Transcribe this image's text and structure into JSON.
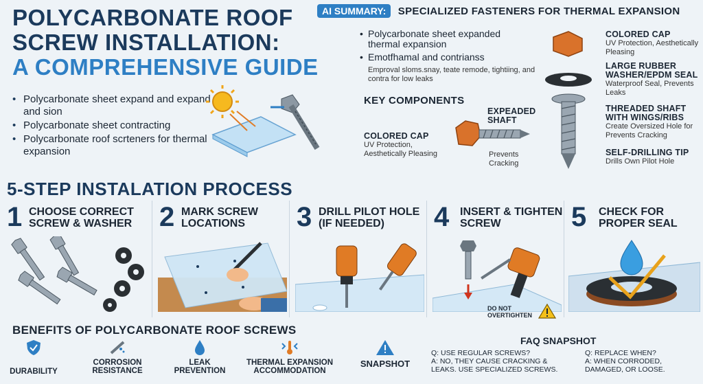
{
  "title": {
    "line1": "Polycarbonate Roof",
    "line2": "Screw Installation:",
    "line3": "A Comprehensive Guide"
  },
  "intro_bullets": [
    "Polycarbonate sheet expand and expand and sion",
    "Polycarbonate sheet contracting",
    "Polycarbonate roof scrteners for thermal expansion"
  ],
  "summary": {
    "badge": "AI SUMMARY:",
    "title": "SPECIALIZED FASTENERS FOR THERMAL EXPANSION",
    "bullets": [
      "Polycarbonate sheet expanded thermal expansion",
      "Emotfhamal and contrianss"
    ],
    "small": "Emproval sloms.snay, teate remode, tightiing, and contra for low leaks",
    "key_components": "KEY COMPONENTS",
    "left_cap_title": "COLORED CAP",
    "left_cap_desc": "UV Protection, Aesthetically Pleasing",
    "expanded_title": "EXPEADED SHAFT",
    "prevents": "Prevents Cracking",
    "right": [
      {
        "title": "COLORED CAP",
        "desc": "UV Protection, Aesthetically Pleasing"
      },
      {
        "title": "LARGE RUBBER WASHER/EPDM SEAL",
        "desc": "Waterproof Seal, Prevents Leaks"
      },
      {
        "title": "THREADED SHAFT WITH WINGS/RIBS",
        "desc": "Create Oversized Hole for Prevents Cracking"
      },
      {
        "title": "SELF-DRILLING TIP",
        "desc": "Drills Own Pilot Hole"
      }
    ]
  },
  "process": {
    "title": "5-STEP INSTALATION PROCESS",
    "steps": [
      {
        "num": "1",
        "title": "CHOOSE CORRECT SCREW & WASHER"
      },
      {
        "num": "2",
        "title": "MARK SCREW LOCATIONS"
      },
      {
        "num": "3",
        "title": "DRILL PILOT HOLE (IF NEEDED)"
      },
      {
        "num": "4",
        "title": "INSERT & TIGHTEN SCREW"
      },
      {
        "num": "5",
        "title": "CHECK FOR PROPER SEAL"
      }
    ],
    "warning": "DO NOT OVERTIGHTEN"
  },
  "benefits": {
    "title": "BENEFITS OF POLYCARBONATE ROOF SCREWS",
    "items": [
      "DURABILITY",
      "CORROSION RESISTANCE",
      "LEAK PREVENTION",
      "THERMAL EXPANSION ACCOMMODATION",
      "SNAPSHOT"
    ]
  },
  "faq": {
    "title": "FAQ SNAPSHOT",
    "q1": "Q: USE REGULAR SCREWS?",
    "a1": "A: NO, THEY CAUSE CRACKING & LEAKS. USE SPECIALIZED SCREWS.",
    "q2": "Q: REPLACE WHEN?",
    "a2": "A: WHEN CORRODED, DAMAGED, OR LOOSE."
  },
  "colors": {
    "navy": "#1b3a5c",
    "accent": "#2e7fc4",
    "orange": "#d9722b",
    "bg": "#eef3f7"
  }
}
